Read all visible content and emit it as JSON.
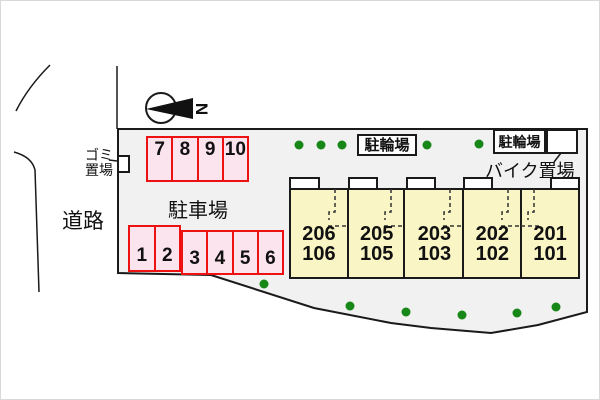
{
  "labels": {
    "road": "道路",
    "garbage_line1": "ゴミ",
    "garbage_line2": "置場",
    "parking_lot": "駐車場",
    "bicycle_parking_center": "駐輪場",
    "bicycle_parking_right": "駐輪場",
    "bike_storage": "バイク置場",
    "north": "N"
  },
  "parking": {
    "top_row": [
      "7",
      "8",
      "9",
      "10"
    ],
    "bottom_left_row": [
      "1",
      "2"
    ],
    "bottom_right_row": [
      "3",
      "4",
      "5",
      "6"
    ]
  },
  "building": {
    "units": [
      {
        "upper": "206",
        "lower": "106"
      },
      {
        "upper": "205",
        "lower": "105"
      },
      {
        "upper": "203",
        "lower": "103"
      },
      {
        "upper": "202",
        "lower": "102"
      },
      {
        "upper": "201",
        "lower": "101"
      }
    ]
  },
  "colors": {
    "site_fill": "#f1f1f1",
    "parking_space_fill": "#fce4ee",
    "parking_space_border": "#ee1111",
    "building_fill": "#faf5c5",
    "tree_green": "#178717",
    "line": "#1a1a1a"
  }
}
